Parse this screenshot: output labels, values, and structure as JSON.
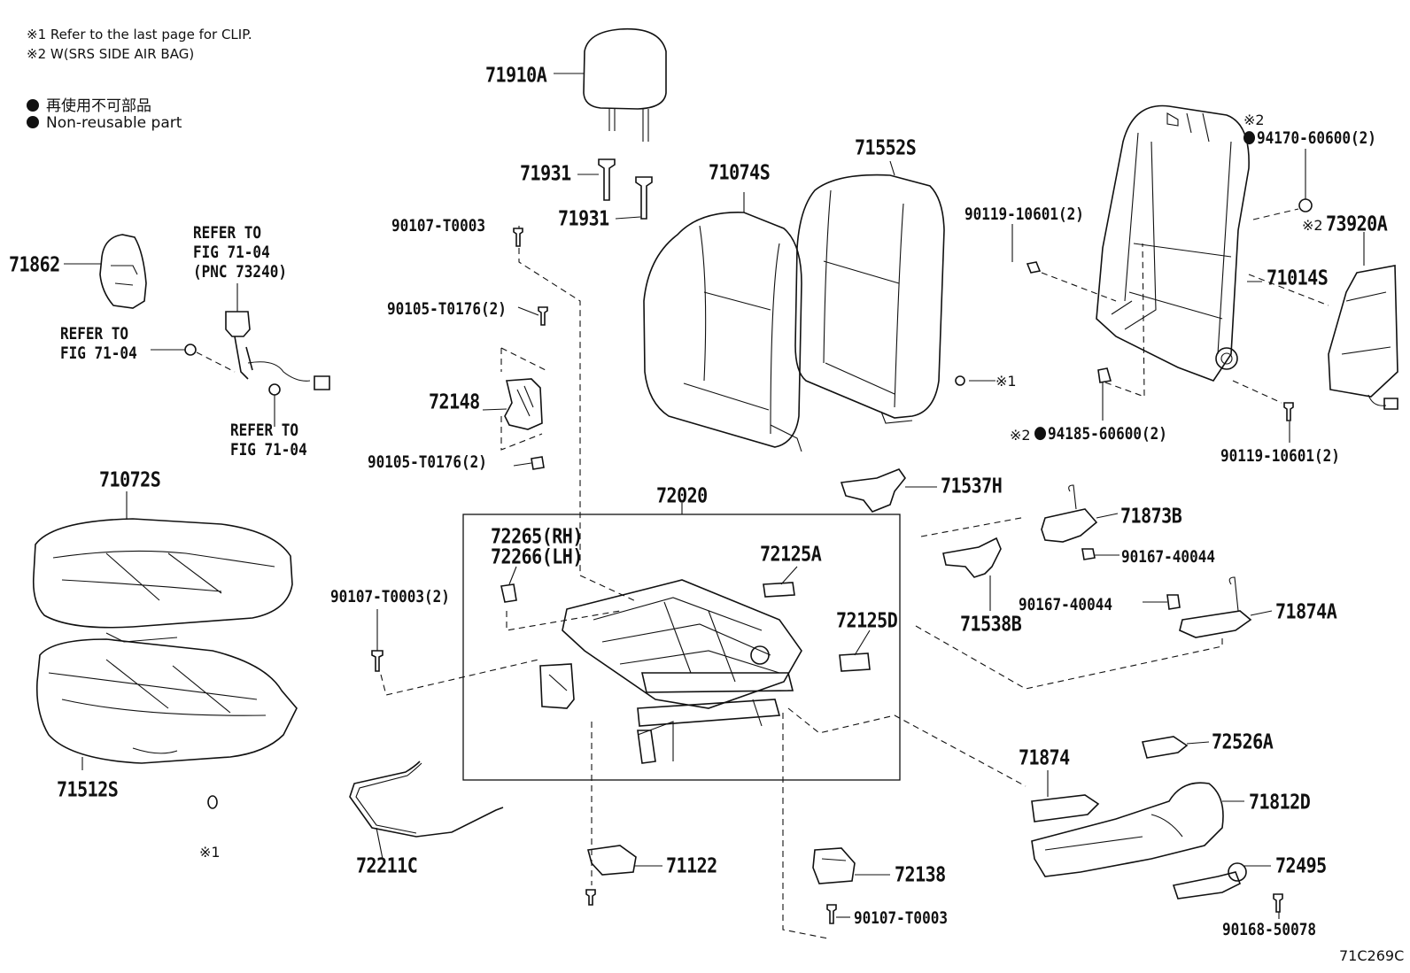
{
  "notes": {
    "note1": "※1 Refer to the last page for CLIP.",
    "note2": "※2 W(SRS SIDE AIR BAG)"
  },
  "legend": {
    "jp": "再使用不可部品",
    "en": "Non-reusable part"
  },
  "parts": {
    "p71910A": "71910A",
    "p71931a": "71931",
    "p71931b": "71931",
    "p71074S": "71074S",
    "p71552S": "71552S",
    "p71862": "71862",
    "refer_seatbelt_1": "REFER TO",
    "refer_seatbelt_2": "FIG 71-04",
    "refer_seatbelt_3": "(PNC 73240)",
    "refer_left_1": "REFER TO",
    "refer_left_2": "FIG 71-04",
    "refer_bottom_1": "REFER TO",
    "refer_bottom_2": "FIG 71-04",
    "p90107_T0003_top": "90107-T0003",
    "p90105_T0176_a": "90105-T0176(2)",
    "p72148": "72148",
    "p90105_T0176_b": "90105-T0176(2)",
    "p71072S": "71072S",
    "p71512S": "71512S",
    "clip_bottom": "※1",
    "clip_seatback": "※1",
    "p72020": "72020",
    "p72265": "72265(RH)",
    "p72266": "72266(LH)",
    "p72125A": "72125A",
    "p72125D": "72125D",
    "p90107_T0003_2": "90107-T0003(2)",
    "p72211C": "72211C",
    "p71122": "71122",
    "p72138": "72138",
    "p90107_T0003_bottom": "90107-T0003",
    "p71537H": "71537H",
    "p71538B": "71538B",
    "p71873B": "71873B",
    "p90167_40044_a": "90167-40044",
    "p90167_40044_b": "90167-40044",
    "p71874A": "71874A",
    "p71874": "71874",
    "p72526A": "72526A",
    "p71812D": "71812D",
    "p72495": "72495",
    "p90168_50078": "90168-50078",
    "p90119_10601_a": "90119-10601(2)",
    "p90119_10601_b": "90119-10601(2)",
    "mark2_top": "※2",
    "p94170": "94170-60600(2)",
    "mark2_right": "※2",
    "p73920A": "73920A",
    "p71014S": "71014S",
    "mark2_bottom": "※2",
    "p94185": "94185-60600(2)"
  },
  "figure_code": "71C269C"
}
